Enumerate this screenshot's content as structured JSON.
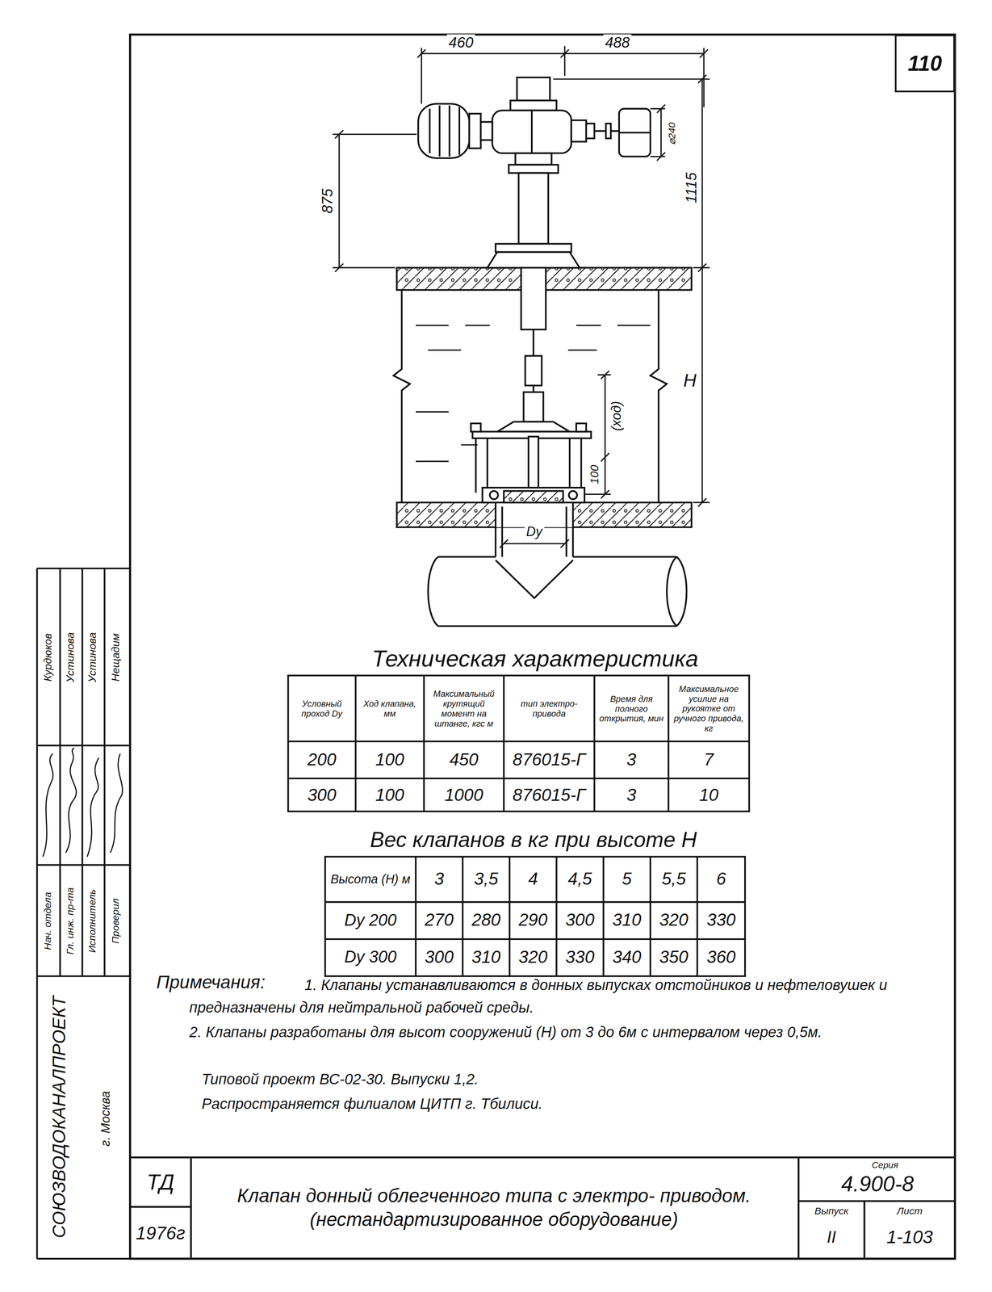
{
  "diagram": {
    "title": "Клапан донный облегченного типа с электро- приводом. (нестандартизированное оборудование)",
    "nodes": [
      {
        "text": [
          "110"
        ]
      }
    ],
    "labels": [
      "460",
      "488",
      "875",
      "1115",
      "⌀240",
      "H",
      "(ход)",
      "100",
      "Dy",
      "Техническая характеристика",
      "Условный проход Dy",
      "Ход клапана, мм",
      "Максимальный крутящий момент на штанге, кгс м",
      "тип электро- привода",
      "Время для полного открытия, мин",
      "Максимальное усилие на рукоятке от ручного привода, кг",
      "200",
      "100",
      "450",
      "876015-Г",
      "3",
      "7",
      "300",
      "100",
      "1000",
      "876015-Г",
      "3",
      "10",
      "Вес клапанов в кг при высоте H",
      "Высота (H) м",
      "3",
      "3,5",
      "4",
      "4,5",
      "5",
      "5,5",
      "6",
      "Dy 200",
      "270",
      "280",
      "290",
      "300",
      "310",
      "320",
      "330",
      "Dy 300",
      "300",
      "310",
      "320",
      "330",
      "340",
      "350",
      "360",
      "Примечания:",
      "1. Клапаны устанавливаются в донных выпусках отстойников и нефтеловушек и предназначены для нейтральной рабочей среды.",
      "2. Клапаны разработаны для высот сооружений (H) от 3 до 6м с интервалом через 0,5м.",
      "Типовой проект ВС-02-30. Выпуски 1,2.",
      "Распространяется филиалом ЦИТП г. Тбилиси.",
      "Нач. отдела",
      "Гл. инж. пр-та",
      "Исполнитель",
      "Проверил",
      "Курдюков",
      "Устинова",
      "Устинова",
      "Нещадим",
      "СОЮЗВОДОКАНАЛПРОЕКТ",
      "г. Москва",
      "ТД",
      "1976г",
      "Серия",
      "4.900-8",
      "Выпуск",
      "II",
      "Лист",
      "1-103"
    ]
  }
}
